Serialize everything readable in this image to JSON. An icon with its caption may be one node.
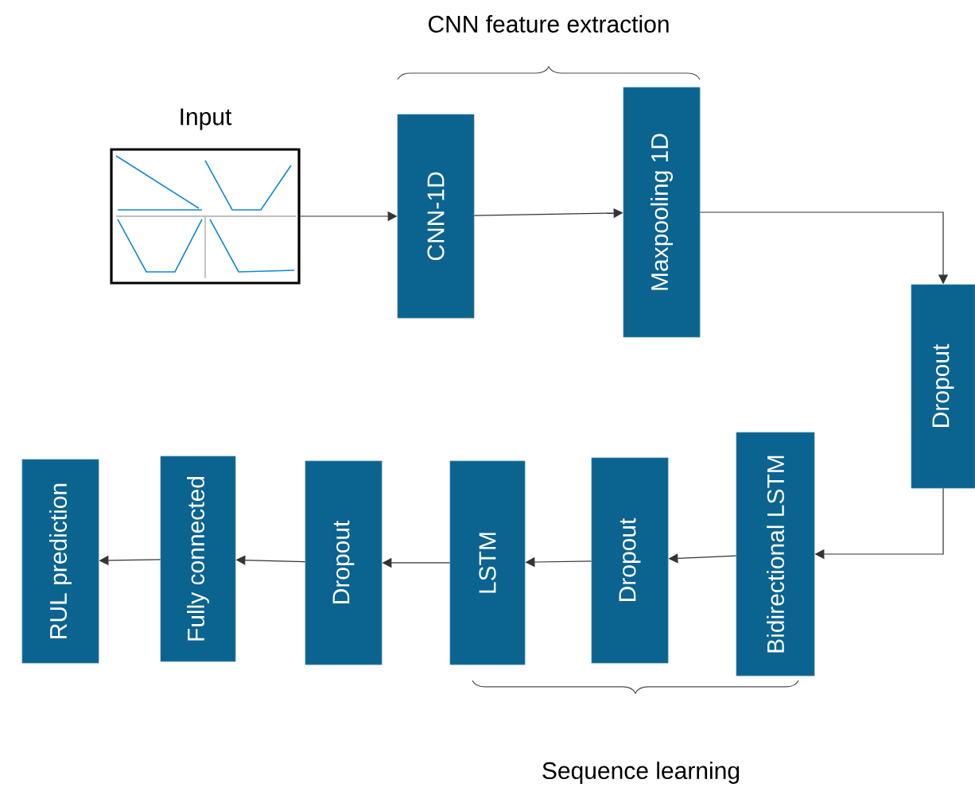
{
  "diagram": {
    "nodes": [
      {
        "text": [
          "Input"
        ]
      },
      {
        "text": [
          "CNN-1D"
        ]
      },
      {
        "text": [
          "Maxpooling 1D"
        ]
      },
      {
        "text": [
          "Dropout"
        ]
      },
      {
        "text": [
          "Bidirectional LSTM"
        ]
      },
      {
        "text": [
          "Dropout"
        ]
      },
      {
        "text": [
          "LSTM"
        ]
      },
      {
        "text": [
          "Dropout"
        ]
      },
      {
        "text": [
          "Fully connected"
        ]
      },
      {
        "text": [
          "RUL prediction"
        ]
      }
    ],
    "edges": [
      {
        "from": 0,
        "to": 1,
        "arrow": "to"
      },
      {
        "from": 1,
        "to": 2,
        "arrow": "to"
      },
      {
        "from": 2,
        "to": 3,
        "arrow": "to"
      },
      {
        "from": 3,
        "to": 4,
        "arrow": "to"
      },
      {
        "from": 4,
        "to": 5,
        "arrow": "to"
      },
      {
        "from": 5,
        "to": 6,
        "arrow": "to"
      },
      {
        "from": 6,
        "to": 7,
        "arrow": "to"
      },
      {
        "from": 7,
        "to": 8,
        "arrow": "to"
      },
      {
        "from": 8,
        "to": 9,
        "arrow": "to"
      }
    ],
    "labels": [
      "CNN feature extraction",
      "Sequence learning"
    ]
  }
}
